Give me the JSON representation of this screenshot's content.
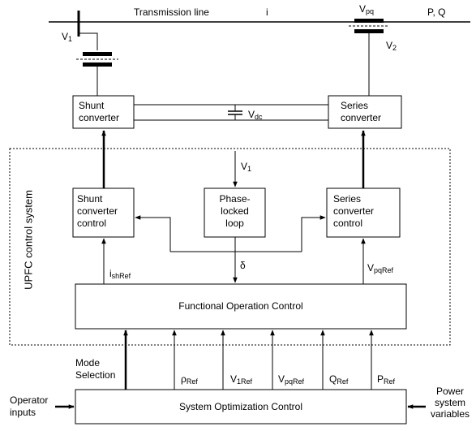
{
  "transmission_line": {
    "title": "Transmission line",
    "current": "i",
    "power": "P, Q"
  },
  "voltages": {
    "v1_bus": {
      "main": "V",
      "sub": "1"
    },
    "vpq": {
      "main": "V",
      "sub": "pq"
    },
    "v2": {
      "main": "V",
      "sub": "2"
    },
    "vdc": {
      "main": "V",
      "sub": "dc"
    },
    "v1_pll": {
      "main": "V",
      "sub": "1"
    }
  },
  "converters": {
    "shunt": {
      "line1": "Shunt",
      "line2": "converter"
    },
    "series": {
      "line1": "Series",
      "line2": "converter"
    }
  },
  "control_system": {
    "title": "UPFC control system",
    "shunt_control": {
      "line1": "Shunt",
      "line2": "converter",
      "line3": "control"
    },
    "pll": {
      "line1": "Phase-",
      "line2": "locked",
      "line3": "loop"
    },
    "series_control": {
      "line1": "Series",
      "line2": "converter",
      "line3": "control"
    },
    "delta": "δ",
    "ish_ref": {
      "main": "i",
      "sub": "shRef"
    },
    "vpq_ref_out": {
      "main": "V",
      "sub": "pqRef"
    },
    "functional": "Functional Operation Control"
  },
  "inputs": {
    "mode_line1": "Mode",
    "mode_line2": "Selection",
    "rho_ref": {
      "main": "ρ",
      "sub": "Ref"
    },
    "v1_ref": {
      "main": "V",
      "sub": "1Ref"
    },
    "vpq_ref": {
      "main": "V",
      "sub": "pqRef"
    },
    "q_ref": {
      "main": "Q",
      "sub": "Ref"
    },
    "p_ref": {
      "main": "P",
      "sub": "Ref"
    }
  },
  "optimization": {
    "title": "System Optimization Control",
    "operator_line1": "Operator",
    "operator_line2": "inputs",
    "power_line1": "Power",
    "power_line2": "system",
    "power_line3": "variables"
  }
}
